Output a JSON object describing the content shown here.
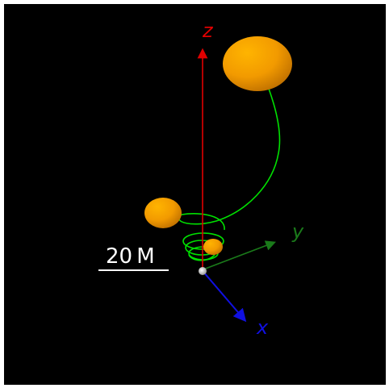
{
  "axes": {
    "z_label": "z",
    "y_label": "y",
    "x_label": "x",
    "z_color": "#e00000",
    "y_color": "#1a7a1a",
    "x_color": "#1010e0"
  },
  "scale_bar": {
    "label": "20 M"
  },
  "colors": {
    "background": "#000000",
    "orbit": "#00e000",
    "sphere": "#f2a000",
    "origin_marker": "#d8d8d8"
  }
}
